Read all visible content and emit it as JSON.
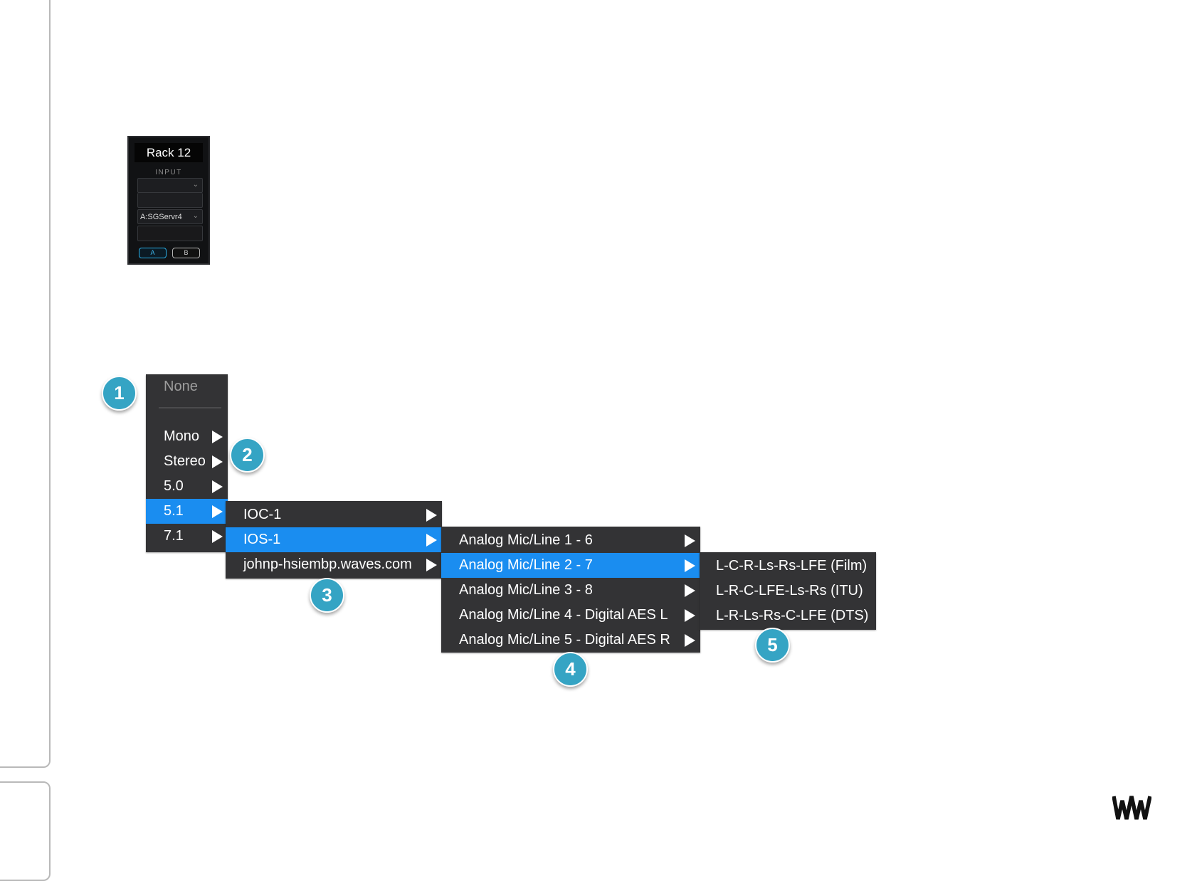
{
  "rack": {
    "title": "Rack 12",
    "input_label": "INPUT",
    "input_select_value": "A:SGServr4",
    "button_a": "A",
    "button_b": "B"
  },
  "menu_level1": {
    "none": "None",
    "items": [
      {
        "label": "Mono"
      },
      {
        "label": "Stereo"
      },
      {
        "label": "5.0"
      },
      {
        "label": "5.1",
        "selected": true
      },
      {
        "label": "7.1"
      }
    ]
  },
  "menu_level2": {
    "items": [
      {
        "label": "IOC-1"
      },
      {
        "label": "IOS-1",
        "selected": true
      },
      {
        "label": "johnp-hsiembp.waves.com"
      }
    ]
  },
  "menu_level3": {
    "items": [
      {
        "label": "Analog Mic/Line 1 - 6"
      },
      {
        "label": "Analog Mic/Line 2 - 7",
        "selected": true
      },
      {
        "label": "Analog Mic/Line 3 - 8"
      },
      {
        "label": "Analog Mic/Line 4 - Digital AES L"
      },
      {
        "label": "Analog Mic/Line 5 - Digital AES R"
      }
    ]
  },
  "menu_level4": {
    "items": [
      {
        "label": "L-C-R-Ls-Rs-LFE (Film)"
      },
      {
        "label": "L-R-C-LFE-Ls-Rs (ITU)"
      },
      {
        "label": "L-R-Ls-Rs-C-LFE (DTS)"
      }
    ]
  },
  "callouts": [
    "1",
    "2",
    "3",
    "4",
    "5"
  ],
  "colors": {
    "menu_bg": "#333335",
    "selection": "#1a8df0",
    "callout": "#35a4c4",
    "rack_accent": "#29aee6"
  },
  "icons": {
    "submenu": "triangle-right-icon",
    "dropdown": "chevron-down-icon",
    "logo": "waves-logo-icon"
  }
}
